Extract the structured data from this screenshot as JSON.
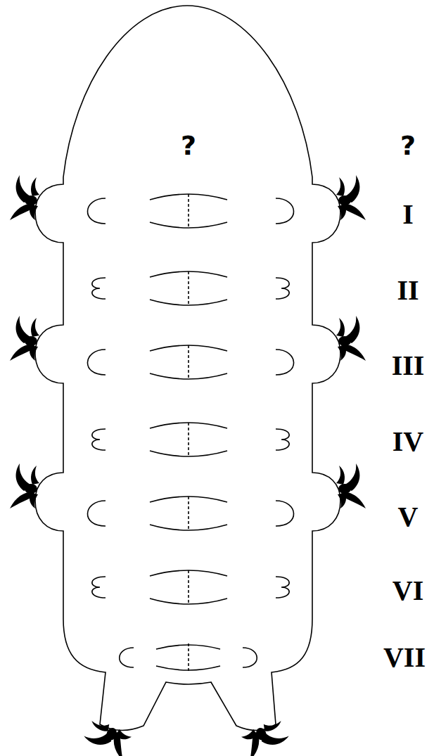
{
  "diagram": {
    "labels": [
      "?",
      "?",
      "I",
      "II",
      "III",
      "IV",
      "V",
      "VI",
      "VII"
    ]
  }
}
